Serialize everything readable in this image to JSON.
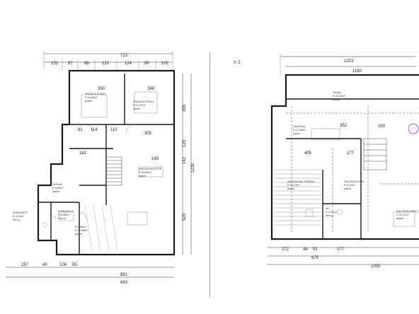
{
  "left_plan": {
    "top_dims": {
      "overall": "723",
      "segments": [
        "151",
        "87",
        "96",
        "122",
        "124",
        "96",
        "102"
      ]
    },
    "inner_dims": [
      "350",
      "248",
      "114",
      "110",
      "305",
      "81",
      "169",
      "182"
    ],
    "right_dims": [
      "395",
      "125",
      "142",
      "1230",
      "525"
    ],
    "bottom_dims": {
      "row1": [
        "257",
        "40",
        "106",
        "55",
        "581"
      ],
      "row2": "693"
    },
    "rooms": [
      {
        "name": "SPAVAĆA SOBA 1",
        "area": "P=15,86m²",
        "floor": "parket"
      },
      {
        "name": "SPAVAĆA SOBA 2",
        "area": "P=10,57m²",
        "floor": "parket"
      },
      {
        "name": "DNEVNI PROSTOR",
        "area": "P=26,85m²",
        "floor": "parket"
      },
      {
        "name": "HODNIK",
        "area": "P=6,60m²",
        "floor": "parket"
      },
      {
        "name": "SPREMIŠTE",
        "area": "P=2,43m²",
        "floor": "kam.pl."
      },
      {
        "name": "KUPAONICA",
        "area": "P=5,08m²",
        "floor": "kam.pl."
      },
      {
        "name": "KUHINJA",
        "area": "P=17,86m²",
        "floor": "parket"
      }
    ]
  },
  "right_plan": {
    "sheet_label": "n 1",
    "top_dims": [
      "1203",
      "1160"
    ],
    "inner_dims": [
      "352",
      "405",
      "200",
      "177"
    ],
    "bottom_dims": {
      "row1": [
        "272",
        "48",
        "91",
        "277"
      ],
      "row2": [
        "679"
      ],
      "row3": "1005"
    },
    "rooms": [
      {
        "name": "TAVAN",
        "area": "P=20,00m²",
        "floor": "parket"
      },
      {
        "name": "GALERIJA",
        "area": "P=17,65m²",
        "floor": "parket"
      },
      {
        "name": "NATKRIVENA TERASA",
        "area": "P=20,93m²",
        "floor": "daska"
      },
      {
        "name": "GALERIJA SOBA",
        "area": "P=6,10m²",
        "floor": "parket"
      },
      {
        "name": "WC",
        "area": "P=2,67m²",
        "floor": "kam.pl."
      },
      {
        "name": "GALERIJA SOBA 2",
        "area": "P=12,10m²",
        "floor": "parket"
      }
    ]
  }
}
